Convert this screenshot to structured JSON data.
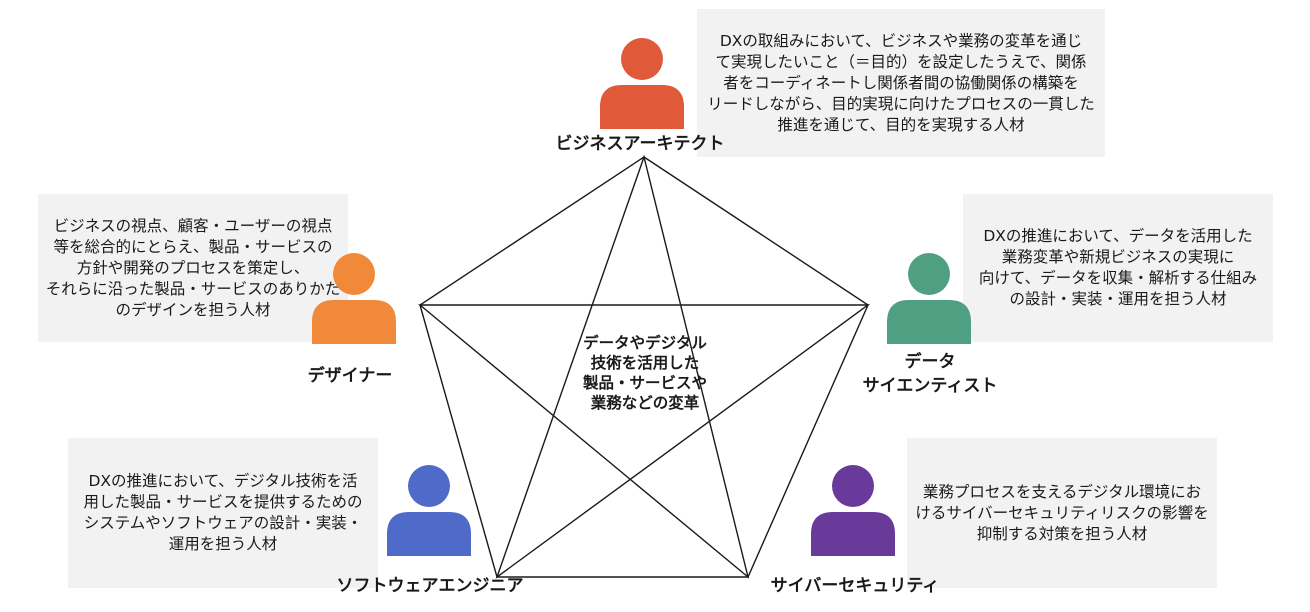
{
  "colors": {
    "business_architect": "#e05a3a",
    "designer": "#f0893a",
    "data_scientist": "#4fa083",
    "software_engineer": "#4f6ac8",
    "cyber_security": "#6a3a9a"
  },
  "center": {
    "lines": [
      "データやデジタル",
      "技術を活用した",
      "製品・サービスや",
      "業務などの変革"
    ]
  },
  "roles": {
    "business_architect": {
      "name": "ビジネスアーキテクト",
      "icon": "person-icon",
      "desc": [
        "DXの取組みにおいて、ビジネスや業務の変革を通じ",
        "て実現したいこと（＝目的）を設定したうえで、関係",
        "者をコーディネートし関係者間の協働関係の構築を",
        "リードしながら、目的実現に向けたプロセスの一貫した",
        "推進を通じて、目的を実現する人材"
      ]
    },
    "designer": {
      "name": "デザイナー",
      "icon": "person-icon",
      "desc": [
        "ビジネスの視点、顧客・ユーザーの視点",
        "等を総合的にとらえ、製品・サービスの",
        "方針や開発のプロセスを策定し、",
        "それらに沿った製品・サービスのありかた",
        "のデザインを担う人材"
      ]
    },
    "data_scientist": {
      "name_line1": "データ",
      "name_line2": "サイエンティスト",
      "icon": "person-icon",
      "desc": [
        "DXの推進において、データを活用した",
        "業務変革や新規ビジネスの実現に",
        "向けて、データを収集・解析する仕組み",
        "の設計・実装・運用を担う人材"
      ]
    },
    "software_engineer": {
      "name": "ソフトウェアエンジニア",
      "icon": "person-icon",
      "desc": [
        "DXの推進において、デジタル技術を活",
        "用した製品・サービスを提供するための",
        "システムやソフトウェアの設計・実装・",
        "運用を担う人材"
      ]
    },
    "cyber_security": {
      "name": "サイバーセキュリティ",
      "icon": "person-icon",
      "desc": [
        "業務プロセスを支えるデジタル環境にお",
        "けるサイバーセキュリティリスクの影響を",
        "抑制する対策を担う人材"
      ]
    }
  }
}
